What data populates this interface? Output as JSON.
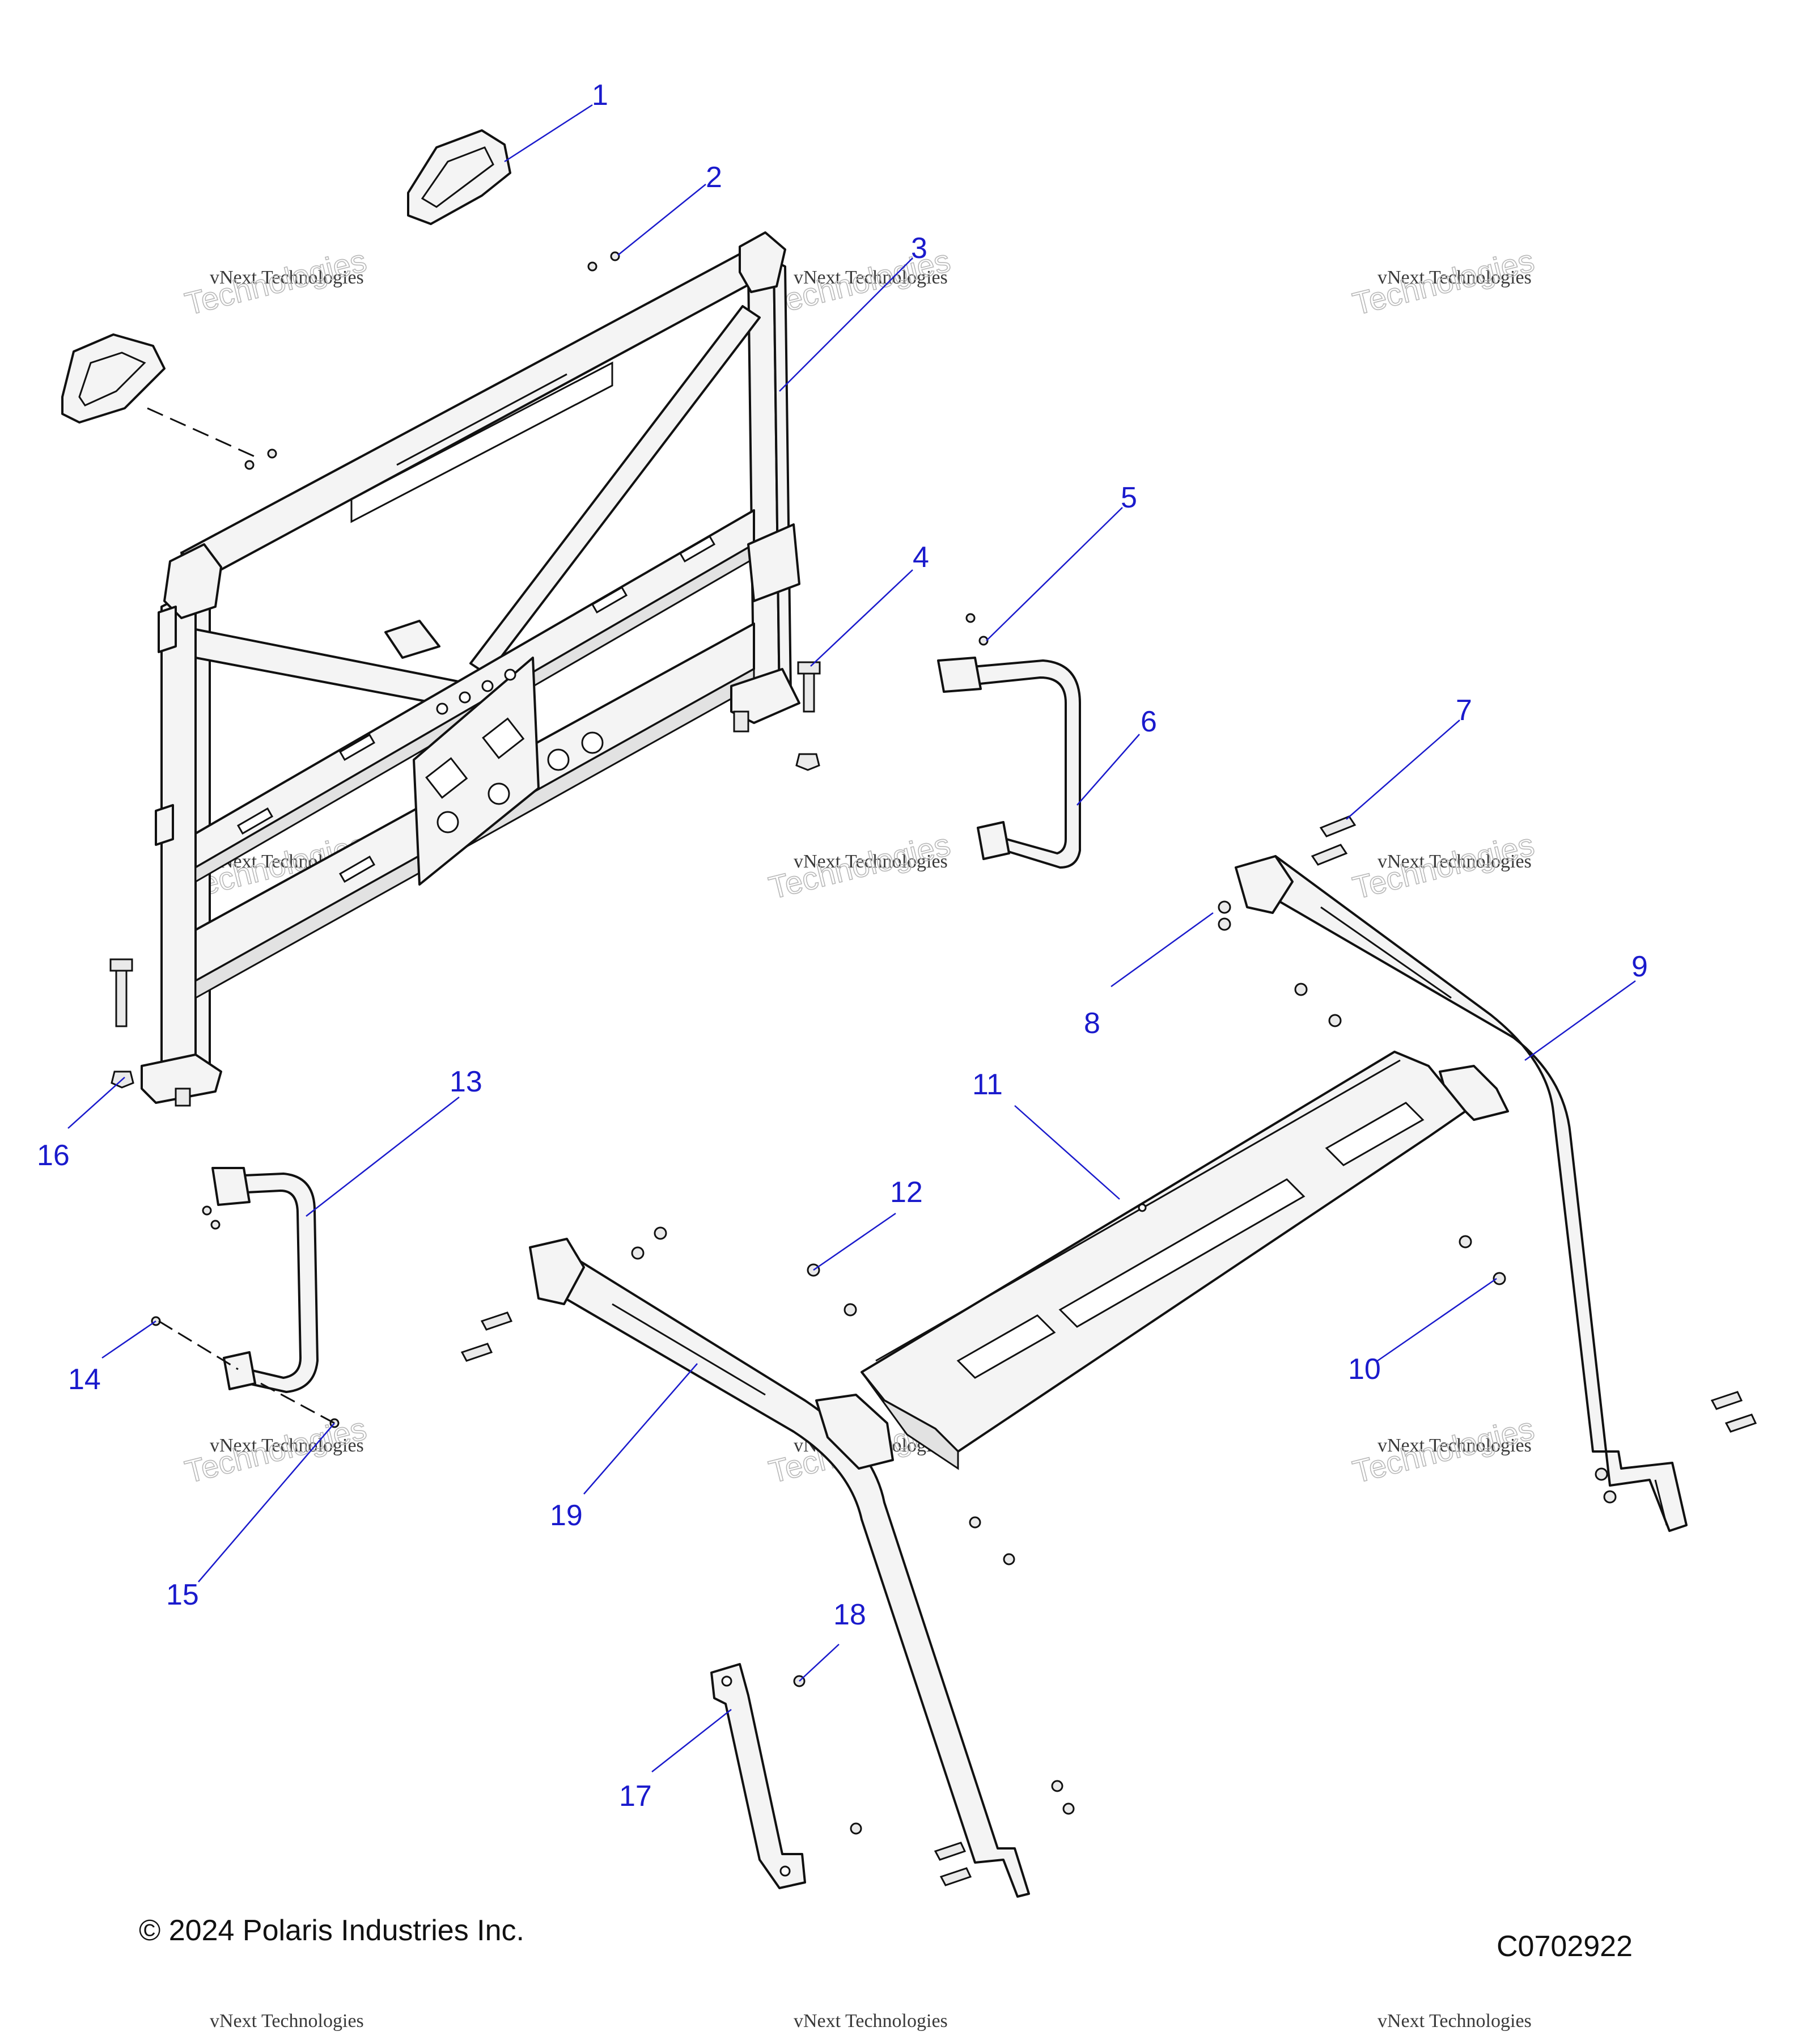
{
  "diagram": {
    "callouts": [
      "1",
      "2",
      "3",
      "4",
      "5",
      "6",
      "7",
      "8",
      "9",
      "10",
      "11",
      "12",
      "13",
      "14",
      "15",
      "16",
      "17",
      "18",
      "19"
    ],
    "watermark_line1": "vNext Technologies",
    "watermark_line2": "Technologies"
  },
  "footer": {
    "copyright": "© 2024 Polaris Industries Inc.",
    "drawing_number": "C0702922"
  },
  "colors": {
    "callout": "#1a1acc",
    "line_art": "#111111"
  }
}
